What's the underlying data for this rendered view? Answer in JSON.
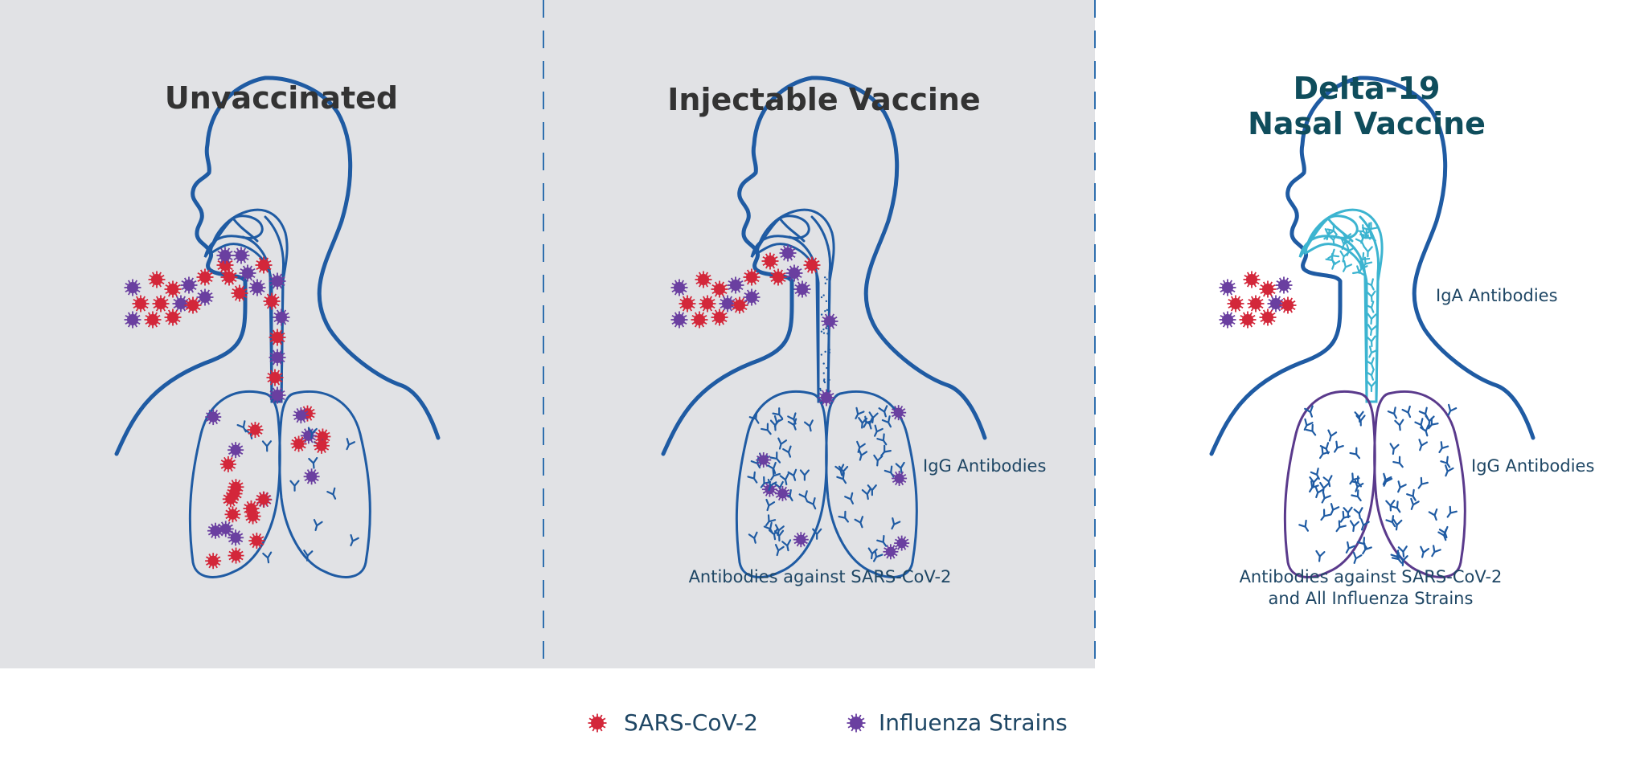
{
  "colors": {
    "panel_bg": "#e1e2e5",
    "outline": "#1f5ba3",
    "sars": "#d3273a",
    "influenza": "#6a3fa0",
    "iga": "#3cb4d0",
    "title_dark": "#333333",
    "title_teal": "#0f4d5c",
    "label": "#1e4664",
    "divider": "#2f6fae"
  },
  "panels": [
    {
      "title": "Unvaccinated"
    },
    {
      "title": "Injectable Vaccine",
      "labels": {
        "igg": "IgG Antibodies",
        "caption": "Antibodies against SARS-CoV-2"
      }
    },
    {
      "title_lines": [
        "Delta-19",
        "Nasal Vaccine"
      ],
      "labels": {
        "iga": "IgA Antibodies",
        "igg": "IgG Antibodies",
        "caption_lines": [
          "Antibodies against SARS-CoV-2",
          "and All Influenza Strains"
        ]
      }
    }
  ],
  "legend": [
    {
      "label": "SARS-CoV-2",
      "icon": "virus-icon",
      "color_key": "sars"
    },
    {
      "label": "Influenza Strains",
      "icon": "virus-icon",
      "color_key": "influenza"
    }
  ]
}
